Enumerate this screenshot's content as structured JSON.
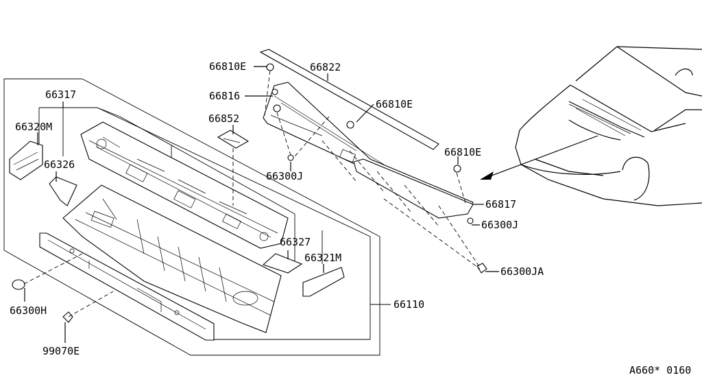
{
  "labels": {
    "p66317": "66317",
    "p66320M": "66320M",
    "p66326": "66326",
    "p66852": "66852",
    "p66327": "66327",
    "p66321M": "66321M",
    "p66110": "66110",
    "p66300H": "66300H",
    "p99070E": "99070E",
    "p66810E_a": "66810E",
    "p66822": "66822",
    "p66816": "66816",
    "p66810E_b": "66810E",
    "p66810E_c": "66810E",
    "p66300J_a": "66300J",
    "p66817": "66817",
    "p66300J_b": "66300J",
    "p66300JA": "66300JA",
    "diagram_code": "A660* 0160"
  }
}
